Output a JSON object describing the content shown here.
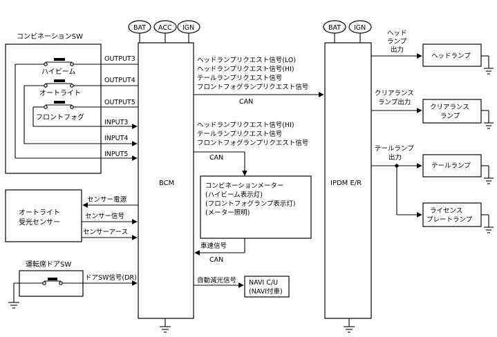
{
  "nodes": {
    "combination_sw": {
      "title": "コンビネーションSW",
      "switches": [
        "ハイビーム",
        "オートライト",
        "フロントフォグ"
      ]
    },
    "bcm": {
      "label": "BCM",
      "inputs": [
        "BAT",
        "ACC",
        "IGN"
      ]
    },
    "ipdm": {
      "label": "IPDM E/R",
      "inputs": [
        "BAT",
        "IGN"
      ]
    },
    "autolight_sensor": {
      "line1": "オートライト",
      "line2": "受光センサー"
    },
    "driver_door_sw": {
      "title": "運転席ドアSW"
    },
    "meter": {
      "lines": [
        "コンビネーションメーター",
        "(ハイビーム表示灯)",
        "(フロントフォグランプ表示灯)",
        "(メーター照明)"
      ]
    },
    "navi": {
      "line1": "NAVI C/U",
      "line2": "(NAVI付車)"
    },
    "headlamp": {
      "label": "ヘッドランプ"
    },
    "clearance_lamp": {
      "line1": "クリアランス",
      "line2": "ランプ"
    },
    "tail_lamp": {
      "label": "テールランプ"
    },
    "license_lamp": {
      "line1": "ライセンス",
      "line2": "プレートランプ"
    }
  },
  "signals": {
    "bcm_sw_outputs": [
      "OUTPUT3",
      "OUTPUT4",
      "OUTPUT5"
    ],
    "bcm_sw_inputs": [
      "INPUT3",
      "INPUT4",
      "INPUT5"
    ],
    "bcm_to_ipdm": [
      "ヘッドランプリクエスト信号(LO)",
      "ヘッドランプリクエスト信号(HI)",
      "テールランプリクエスト信号",
      "フロントフォグランプリクエスト信号"
    ],
    "bcm_to_meter": [
      "ヘッドランプリクエスト信号(HI)",
      "テールランプリクエスト信号",
      "フロントフォグランプリクエスト信号"
    ],
    "can": "CAN",
    "sensor_power": "センサー電源",
    "sensor_signal": "センサー信号",
    "sensor_ground": "センサーアース",
    "vehicle_speed": "車速信号",
    "door_sw_signal": "ドアSW信号(DR)",
    "auto_dimming": "自動減光信号",
    "ipdm_headlamp_out": [
      "ヘッド",
      "ランプ",
      "出力"
    ],
    "ipdm_clearance_out": [
      "クリアランス",
      "ランプ出力"
    ],
    "ipdm_tail_out": [
      "テールランプ",
      "出力"
    ]
  }
}
